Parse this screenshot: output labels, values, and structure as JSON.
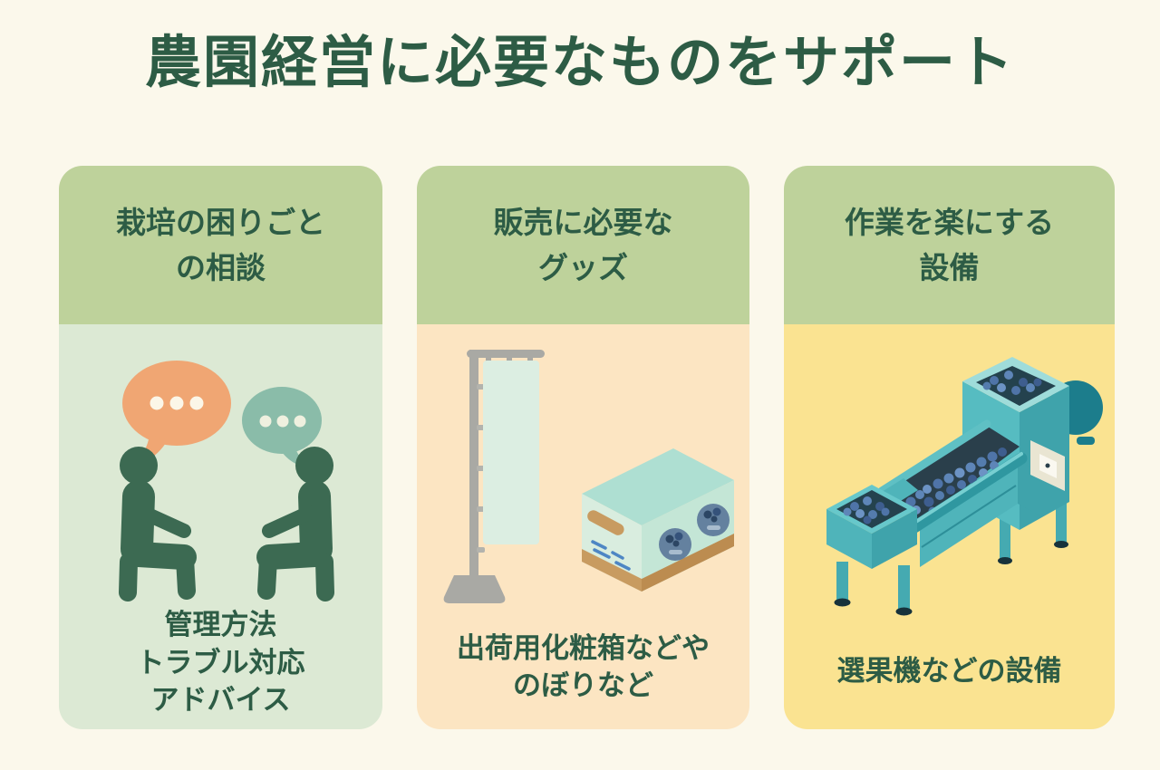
{
  "title": "農園経営に必要なものをサポート",
  "colors": {
    "background": "#FBF8EB",
    "title_text": "#2D5C45",
    "card_header_bg": "#BED29B",
    "card1_body_bg": "#DCE9D4",
    "card2_body_bg": "#FCE5C2",
    "card3_body_bg": "#FAE391",
    "speech_bubble_orange": "#F0A673",
    "speech_bubble_teal": "#8ABCA9",
    "person_silhouette_green": "#3C6A52",
    "banner_pole_gray": "#A9A9A4",
    "box_mint": "#D9EDDF",
    "box_tan": "#C89B60",
    "machine_teal": "#56BCC1",
    "belt_dark": "#2A3F4B",
    "blueberry_blue": "#4F74A8"
  },
  "cards": [
    {
      "icon": "consultation-people-icon",
      "header_lines": {
        "line1": "栽培の困りごと",
        "line2": "の相談"
      },
      "caption_lines": {
        "line1": "管理方法",
        "line2": "トラブル対応",
        "line3": "アドバイス"
      }
    },
    {
      "icon": "banner-and-box-icon",
      "header_lines": {
        "line1": "販売に必要な",
        "line2": "グッズ"
      },
      "caption_lines": {
        "line1": "出荷用化粧箱などや",
        "line2": "のぼりなど"
      }
    },
    {
      "icon": "sorting-machine-icon",
      "header_lines": {
        "line1": "作業を楽にする",
        "line2": "設備"
      },
      "caption_lines": {
        "line1": "選果機などの設備"
      }
    }
  ]
}
